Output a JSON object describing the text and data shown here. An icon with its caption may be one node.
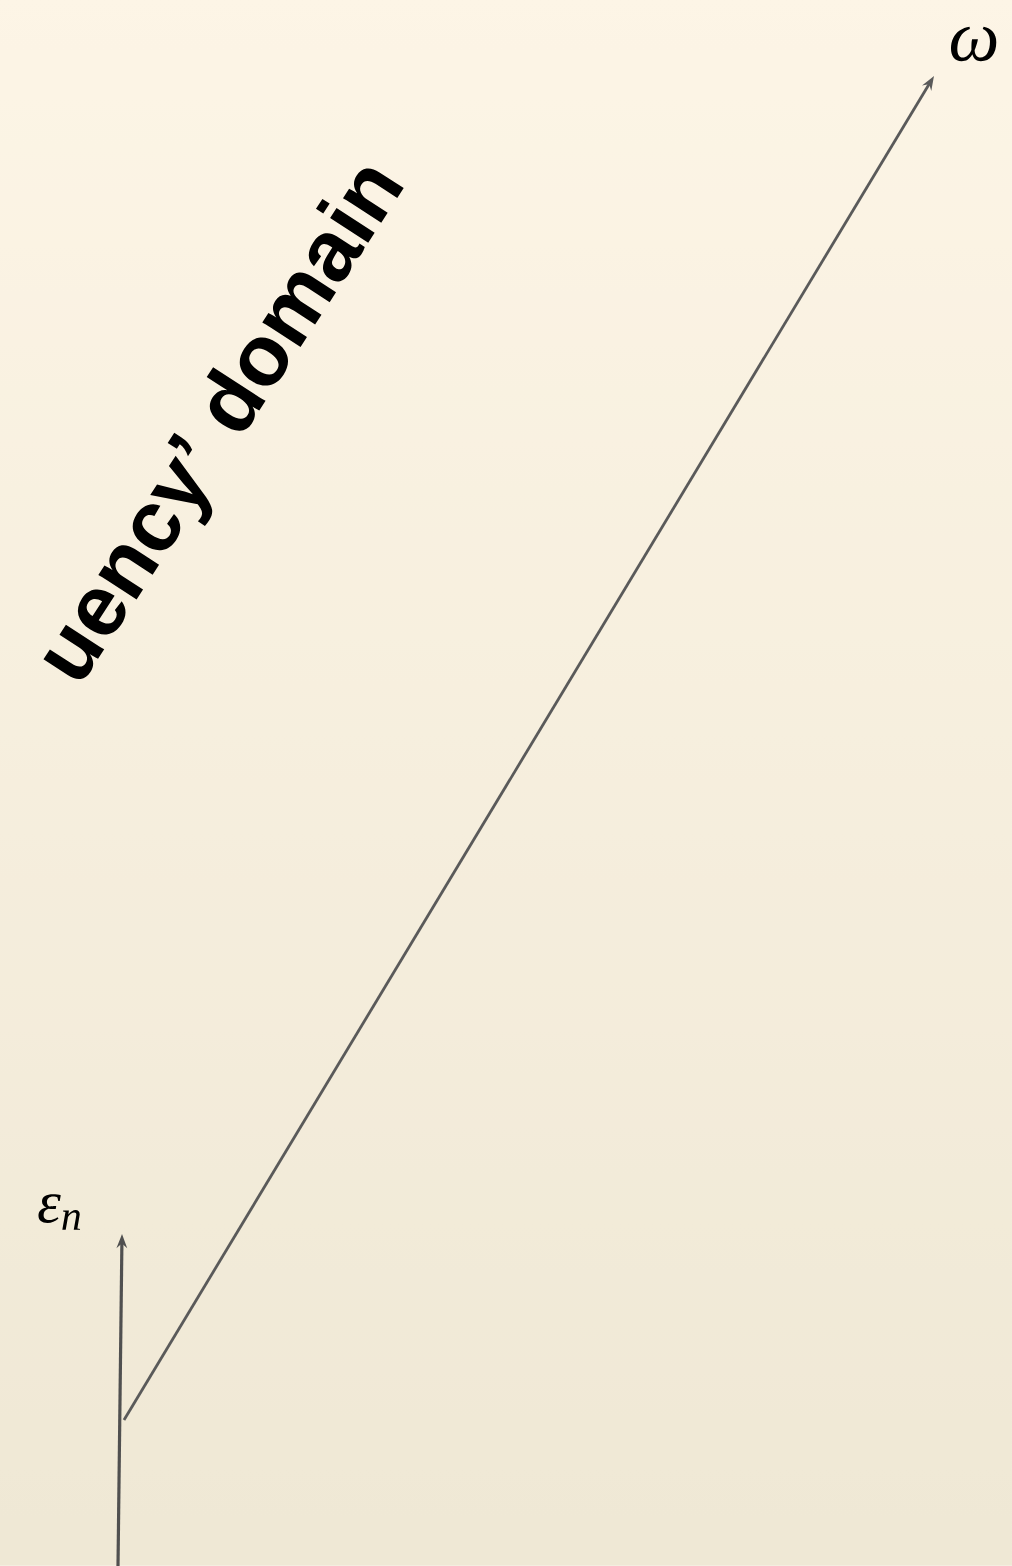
{
  "diagram": {
    "labels": [
      "uency’ domain",
      "ω",
      "ε$_{n}$"
    ]
  }
}
